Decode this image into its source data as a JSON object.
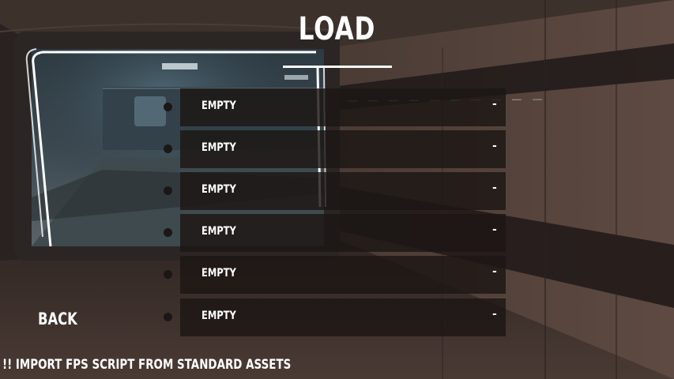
{
  "screen": {
    "title": "LOAD"
  },
  "slots": [
    {
      "name": "EMPTY",
      "date": "-"
    },
    {
      "name": "EMPTY",
      "date": "-"
    },
    {
      "name": "EMPTY",
      "date": "-"
    },
    {
      "name": "EMPTY",
      "date": "-"
    },
    {
      "name": "EMPTY",
      "date": "-"
    },
    {
      "name": "EMPTY",
      "date": "-"
    }
  ],
  "navigation": {
    "back_label": "BACK"
  },
  "notice": {
    "text": "!! IMPORT FPS SCRIPT FROM STANDARD ASSETS"
  }
}
